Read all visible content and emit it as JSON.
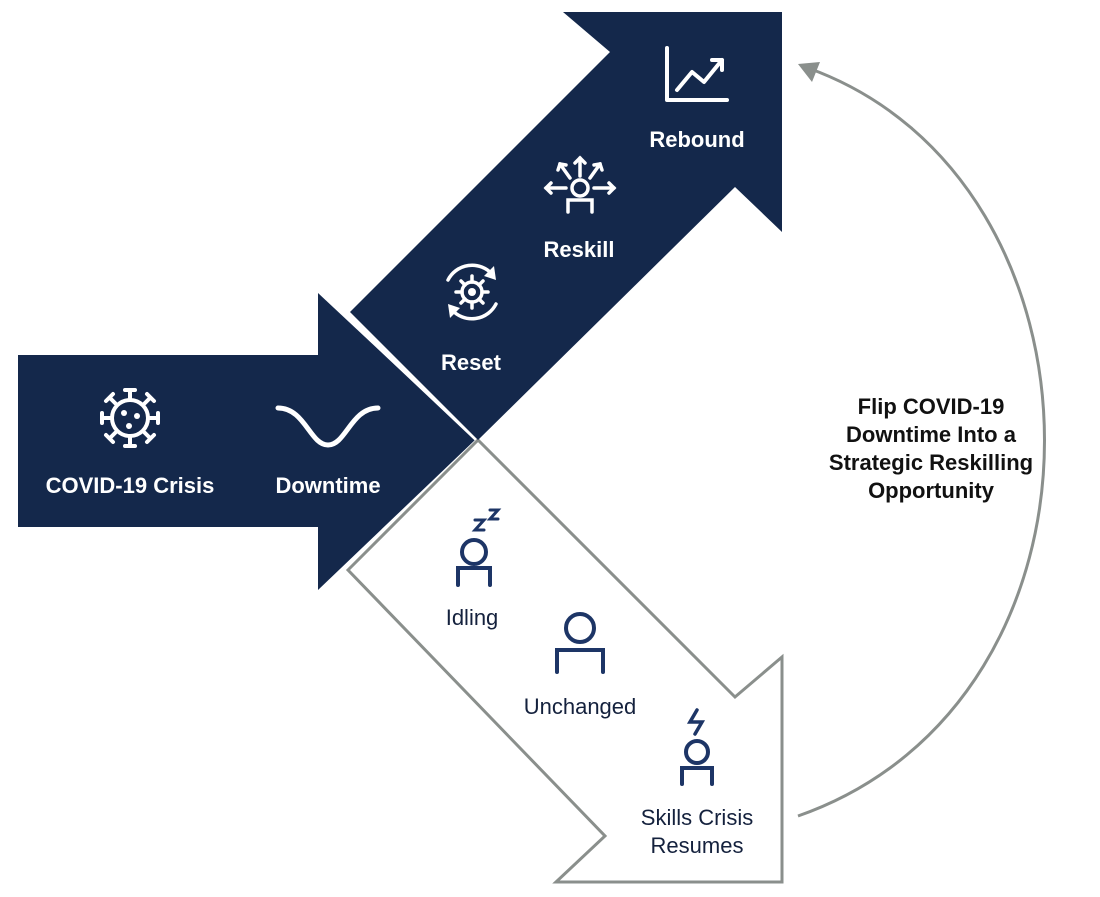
{
  "diagram": {
    "crisis_label": "COVID-19 Crisis",
    "downtime_label": "Downtime",
    "upper_path": {
      "steps": [
        "Reset",
        "Reskill",
        "Rebound"
      ]
    },
    "lower_path": {
      "steps": [
        "Idling",
        "Unchanged",
        "Skills Crisis",
        "Resumes"
      ]
    },
    "callout_lines": [
      "Flip COVID-19",
      "Downtime Into a",
      "Strategic Reskilling",
      "Opportunity"
    ],
    "icons": {
      "crisis": "virus-icon",
      "downtime": "dip-curve-icon",
      "reset": "gear-cycle-icon",
      "reskill": "person-arrows-icon",
      "rebound": "rising-chart-icon",
      "idling": "sleeping-person-icon",
      "unchanged": "person-icon",
      "skills_crisis": "lightning-person-icon"
    },
    "colors": {
      "navy": "#14284b",
      "outline_gray": "#8a8f8c",
      "icon_navy": "#1d3566"
    }
  }
}
